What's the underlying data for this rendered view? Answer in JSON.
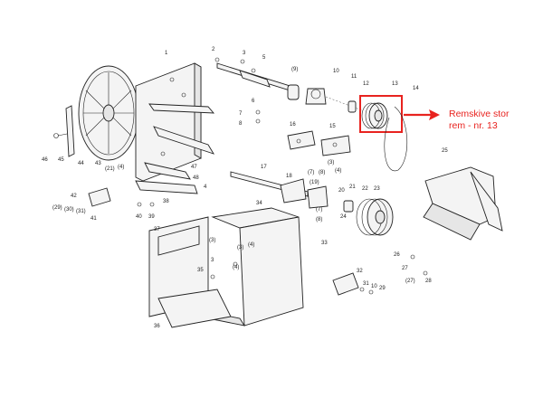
{
  "annotation": {
    "line1": "Remskive stor",
    "line2": "rem - nr. 13",
    "color": "#e8231f"
  },
  "labels": {
    "l1": "1",
    "l2": "2",
    "l3": "3",
    "l4": "4",
    "l5": "5",
    "l6": "6",
    "l7": "7",
    "l8": "8",
    "l9": "(9)",
    "l10": "10",
    "l11": "11",
    "l12": "12",
    "l13": "13",
    "l14": "14",
    "l15": "15",
    "l16": "16",
    "l17": "17",
    "l18": "18",
    "l19": "(19)",
    "l20": "20",
    "l21": "21",
    "l22": "22",
    "l23": "23",
    "l24": "24",
    "l25": "25",
    "l26": "26",
    "l27": "27",
    "l27b": "(27)",
    "l28": "28",
    "l29": "(29)",
    "l30": "(30)",
    "l31": "(31)",
    "l32": "32",
    "l33": "33",
    "l34": "34",
    "l35": "35",
    "l36": "36",
    "l37": "37",
    "l38": "38",
    "l39": "39",
    "l40": "40",
    "l41": "41",
    "l42": "42",
    "l43": "43",
    "l44": "44",
    "l45": "45",
    "l46": "46",
    "l47": "47",
    "l48": "48",
    "l21p": "(21)",
    "l4a": "(4)",
    "l4b": "(4)",
    "l4c": "(4)",
    "l4d": "(4)",
    "l3a": "(3)",
    "l3b": "(3)",
    "l3c": "(3)",
    "l7a": "(7)",
    "l7b": "(7)",
    "l8a": "(8)",
    "l8b": "(8)",
    "l9a": "29",
    "l31a": "31",
    "l10a": "10"
  }
}
